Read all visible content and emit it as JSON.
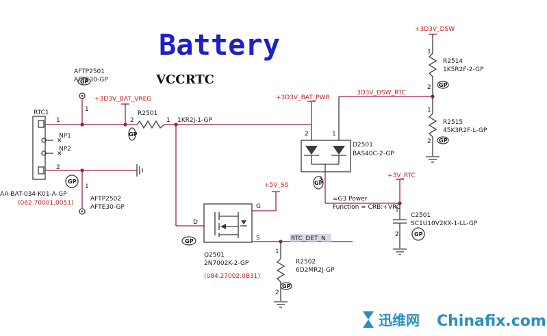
{
  "title": "Battery",
  "subtitle": "VCCRTC",
  "rails": {
    "bat_vreg": "+3D3V_BAT_VREG",
    "bat_pwr": "+3D3V_BAT_PWR",
    "dsw": "+3D3V_DSW",
    "dsw_rtc": "3D3V_DSW_RTC",
    "v5s0": "+5V_S0",
    "v3rtc": "+3V_RTC",
    "rtc_det": "RTC_DET_N"
  },
  "components": {
    "rtc1": {
      "ref": "RTC1",
      "part": "AA-BAT-034-K01-A-GP",
      "pn": "(062.70001.0051)",
      "np1": "NP1",
      "np2": "NP2",
      "pin1": "1",
      "pin2": "2"
    },
    "aftp2501": {
      "ref": "AFTP2501",
      "part": "AFTE30-GP",
      "pin": "1"
    },
    "aftp2502": {
      "ref": "AFTP2502",
      "part": "AFTE30-GP",
      "pin": "1"
    },
    "r2501": {
      "ref": "R2501",
      "part": "1KR2J-1-GP",
      "pin_a": "2",
      "pin_b": "1"
    },
    "r2514": {
      "ref": "R2514",
      "part": "1K5R2F-2-GP",
      "pin_a": "1",
      "pin_b": "2"
    },
    "r2515": {
      "ref": "R2515",
      "part": "45K3R2F-L-GP",
      "pin_a": "1",
      "pin_b": "2"
    },
    "d2501": {
      "ref": "D2501",
      "part": "BAS40C-2-GP",
      "pin_a": "2",
      "pin_b": "1",
      "pin_c": "3"
    },
    "c2501": {
      "ref": "C2501",
      "part": "SC1U10V2KX-1-LL-GP",
      "pin_a": "1",
      "pin_b": "2"
    },
    "q2501": {
      "ref": "Q2501",
      "part": "2N7002K-2-GP",
      "pn": "(084.27002.0B31)",
      "d": "D",
      "g": "G",
      "s": "S"
    },
    "r2502": {
      "ref": "R2502",
      "part": "6D2MR2J-GP",
      "pin_a": "1",
      "pin_b": "2"
    }
  },
  "notes": {
    "g3": "=G3 Power",
    "func": "Function = CRB:+VRC"
  },
  "badges": {
    "gp": "GP"
  },
  "watermark": {
    "cn": "迅维网",
    "en": "Chinafix.com"
  },
  "colors": {
    "wire": "#a0213a",
    "title": "#1f1fc8",
    "part_number": "#c8201e",
    "watermark": "#2a8fc0"
  }
}
